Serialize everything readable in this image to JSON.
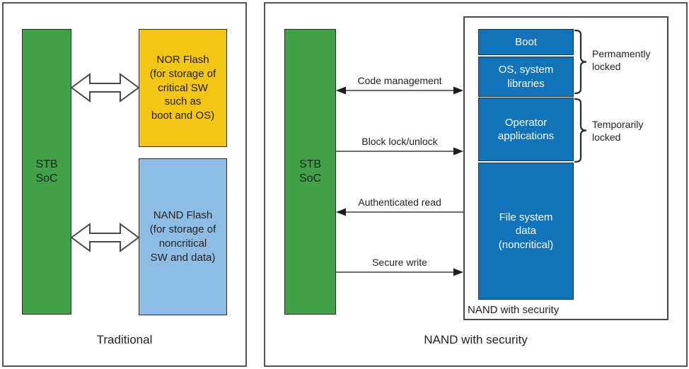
{
  "colors": {
    "green": "#41A149",
    "yellow": "#F3C515",
    "light_blue": "#8DBDE4",
    "dark_blue": "#1173B9",
    "text_dark": "#231F20"
  },
  "left_panel": {
    "caption": "Traditional",
    "soc_label": "STB\nSoC",
    "nor_flash_label": "NOR Flash\n(for storage of\ncritical SW\nsuch as\nboot and OS)",
    "nand_flash_label": "NAND Flash\n(for storage of\nnoncritical\nSW and data)"
  },
  "right_panel": {
    "caption": "NAND with security",
    "soc_label": "STB\nSoC",
    "arrows": [
      {
        "label": "Code management",
        "direction": "both"
      },
      {
        "label": "Block lock/unlock",
        "direction": "right"
      },
      {
        "label": "Authenticated read",
        "direction": "left"
      },
      {
        "label": "Secure write",
        "direction": "right"
      }
    ],
    "nand_unit": {
      "label": "NAND with security",
      "segments": [
        "Boot",
        "OS, system\nlibraries",
        "Operator\napplications",
        "File system\ndata\n(noncritical)"
      ],
      "locks": [
        {
          "label": "Permamently\nlocked"
        },
        {
          "label": "Temporarily\nlocked"
        }
      ]
    }
  }
}
